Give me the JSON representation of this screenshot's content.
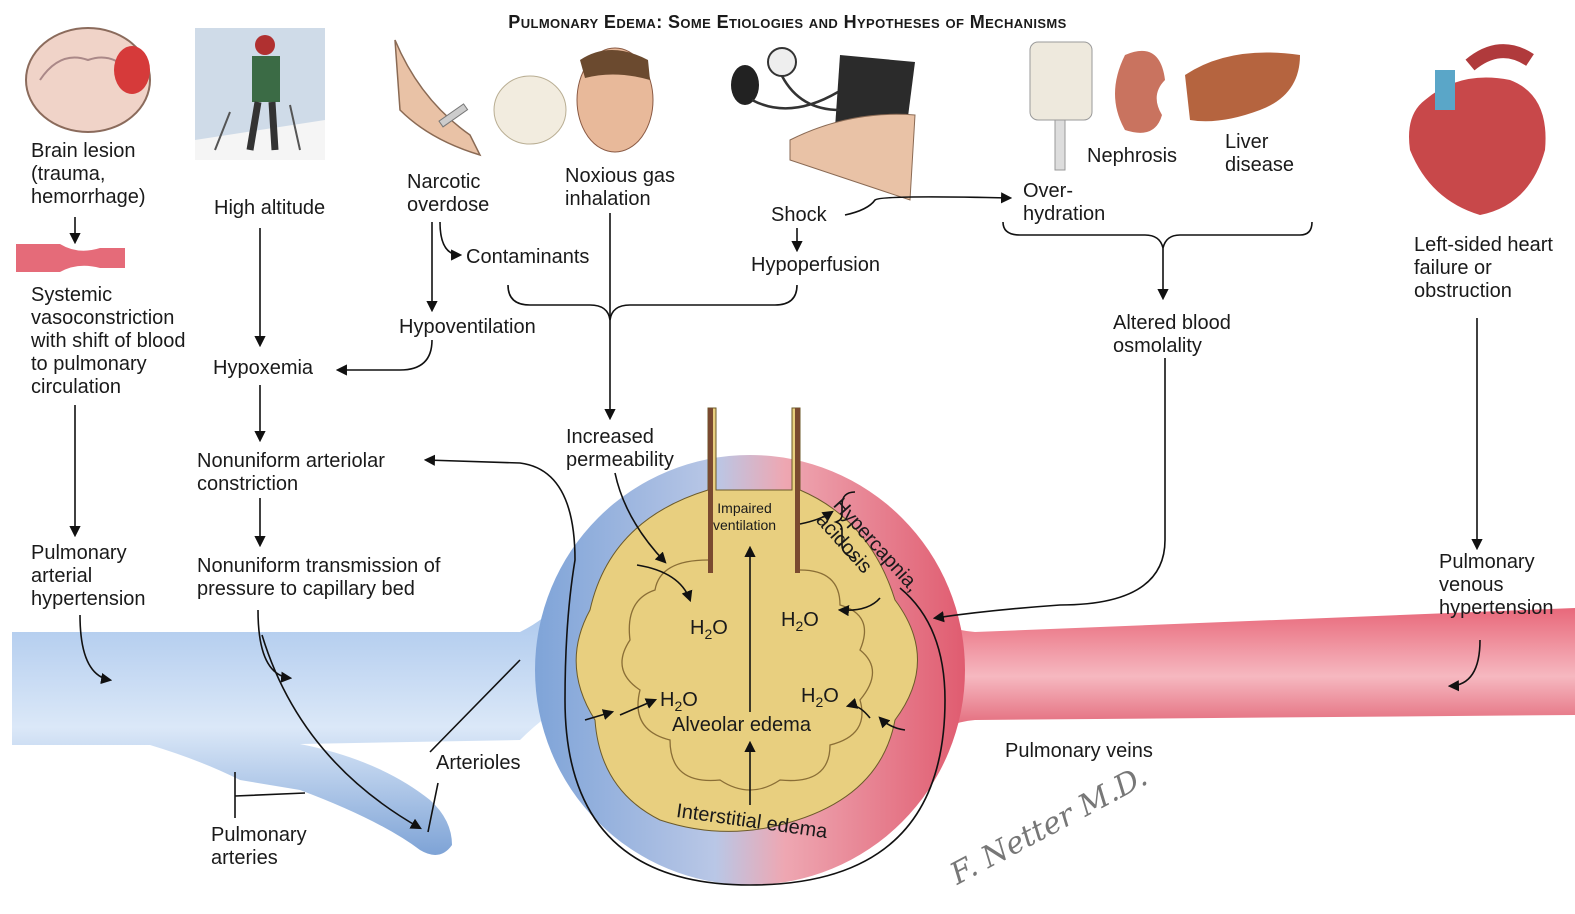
{
  "title": "Pulmonary Edema: Some Etiologies and Hypotheses of Mechanisms",
  "labels": {
    "brain_lesion": "Brain lesion\n(trauma,\nhemorrhage)",
    "high_altitude": "High altitude",
    "narcotic": "Narcotic\noverdose",
    "noxious": "Noxious gas\ninhalation",
    "shock": "Shock",
    "nephrosis": "Nephrosis",
    "liver": "Liver\ndisease",
    "overhydration": "Over-\nhydration",
    "left_heart": "Left-sided heart\nfailure or\nobstruction",
    "systemic": "Systemic\nvasoconstriction\nwith shift of blood\nto pulmonary\ncirculation",
    "contaminants": "Contaminants",
    "hypoperfusion": "Hypoperfusion",
    "hypoventilation": "Hypoventilation",
    "hypoxemia": "Hypoxemia",
    "altered_osm": "Altered blood\nosmolality",
    "increased_perm": "Increased\npermeability",
    "nonuniform_constr": "Nonuniform arteriolar\nconstriction",
    "nonuniform_trans": "Nonuniform transmission of\npressure to capillary bed",
    "pulm_art_htn": "Pulmonary\narterial\nhypertension",
    "pulm_ven_htn": "Pulmonary\nvenous\nhypertension",
    "impaired_vent": "Impaired\nventilation",
    "hypercapnia": "Hypercapnia,\nacidosis",
    "h2o": "H2O",
    "alveolar_edema": "Alveolar edema",
    "interstitial_edema": "Interstitial edema",
    "arterioles": "Arterioles",
    "pulm_veins": "Pulmonary veins",
    "pulm_arteries": "Pulmonary\narteries",
    "signature": "F. Netter M.D."
  },
  "colors": {
    "artery_blue": "#8fb2e0",
    "vein_red": "#e8687a",
    "edema_yellow": "#e8cf7f",
    "brain_pink": "#f0d3c8",
    "kidney": "#c9735f",
    "liver": "#b5643f",
    "heart": "#c8484a"
  },
  "icons": [
    "brain-icon",
    "skier-icon",
    "arm-syringe-icon",
    "face-icon",
    "bp-cuff-icon",
    "iv-bag-icon",
    "kidney-icon",
    "liver-icon",
    "heart-icon",
    "vessel-icon"
  ]
}
